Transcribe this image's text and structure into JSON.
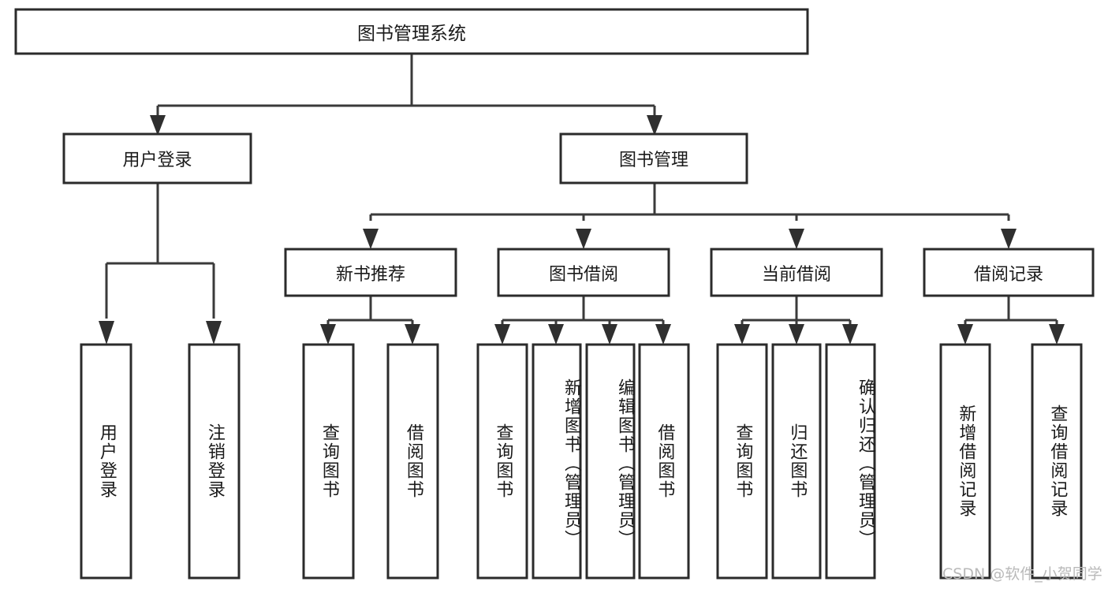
{
  "diagram": {
    "title": "图书管理系统",
    "type": "tree-hierarchy-diagram",
    "root": {
      "label": "图书管理系统"
    },
    "level2": [
      {
        "label": "用户登录"
      },
      {
        "label": "图书管理"
      }
    ],
    "level3": [
      {
        "label": "新书推荐"
      },
      {
        "label": "图书借阅"
      },
      {
        "label": "当前借阅"
      },
      {
        "label": "借阅记录"
      }
    ],
    "leaves": {
      "user_login": [
        {
          "label": "用户登录"
        },
        {
          "label": "注销登录"
        }
      ],
      "new_book_recommend": [
        {
          "label": "查询图书"
        },
        {
          "label": "借阅图书"
        }
      ],
      "book_borrow": [
        {
          "label": "查询图书"
        },
        {
          "label": "新增图书（管理员）"
        },
        {
          "label": "编辑图书（管理员）"
        },
        {
          "label": "借阅图书"
        }
      ],
      "current_borrow": [
        {
          "label": "查询图书"
        },
        {
          "label": "归还图书"
        },
        {
          "label": "确认归还（管理员）"
        }
      ],
      "borrow_record": [
        {
          "label": "新增借阅记录"
        },
        {
          "label": "查询借阅记录"
        }
      ]
    }
  },
  "watermark": {
    "text": "CSDN @软件_小贺同学"
  },
  "colors": {
    "box_stroke": "#2b2b2b",
    "box_fill": "#ffffff",
    "connector": "#3a3a3a",
    "text": "#1a1a1a",
    "watermark": "#b9b9b9",
    "background": "#ffffff"
  }
}
